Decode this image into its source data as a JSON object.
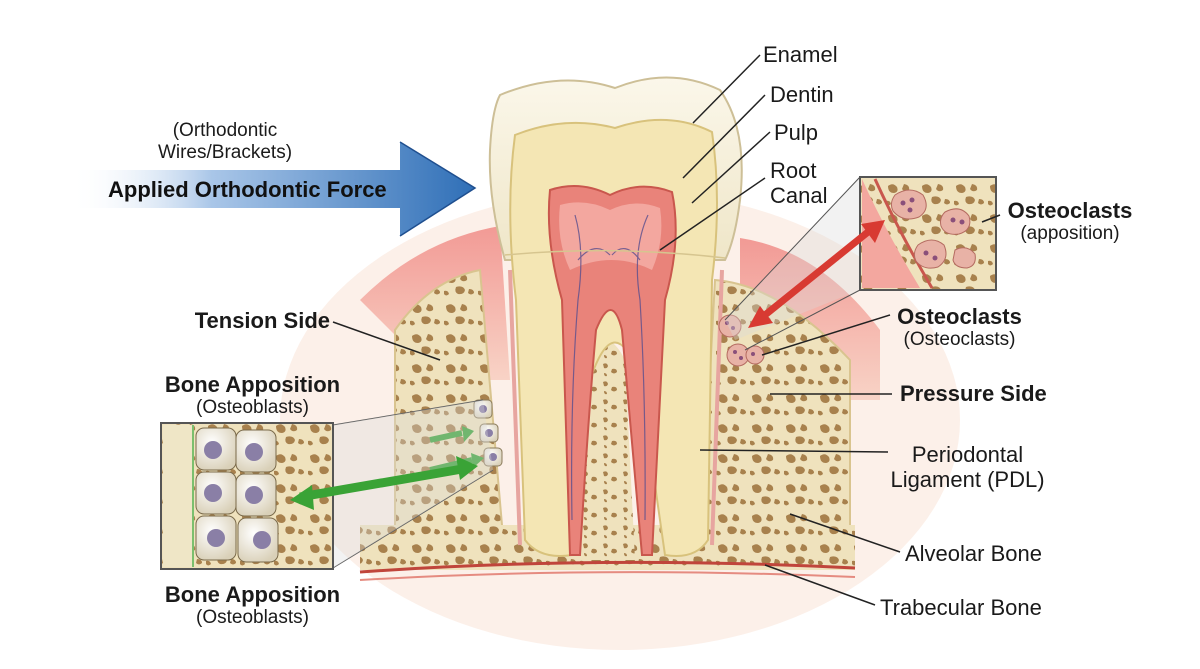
{
  "force": {
    "note_line1": "(Orthodontic",
    "note_line2": "Wires/Brackets)",
    "label": "Applied Orthodontic Force",
    "arrow_color": "#2f6fb7"
  },
  "tooth_labels": {
    "enamel": "Enamel",
    "dentin": "Dentin",
    "pulp": "Pulp",
    "root_canal_line1": "Root",
    "root_canal_line2": "Canal"
  },
  "left_labels": {
    "tension_side": "Tension Side",
    "bone_apposition_top": "Bone Apposition",
    "bone_apposition_top_sub": "(Osteoblasts)",
    "bone_apposition_bottom": "Bone Apposition",
    "bone_apposition_bottom_sub": "(Osteoblasts)"
  },
  "right_labels": {
    "osteoclasts_inset": "Osteoclasts",
    "osteoclasts_inset_sub": "(apposition)",
    "osteoclasts": "Osteoclasts",
    "osteoclasts_sub": "(Osteoclasts)",
    "pressure_side": "Pressure Side",
    "pdl_line1": "Periodontal",
    "pdl_line2": "Ligament (PDL)",
    "alveolar_bone": "Alveolar Bone",
    "trabecular_bone": "Trabecular Bone"
  },
  "colors": {
    "tension_arrow": "#3aa336",
    "pressure_arrow": "#d83a32",
    "enamel": "#f7f0dc",
    "dentin": "#f4e6b4",
    "pulp": "#e9837a",
    "bone": "#efe2bd",
    "gum": "#f2a6a0"
  }
}
